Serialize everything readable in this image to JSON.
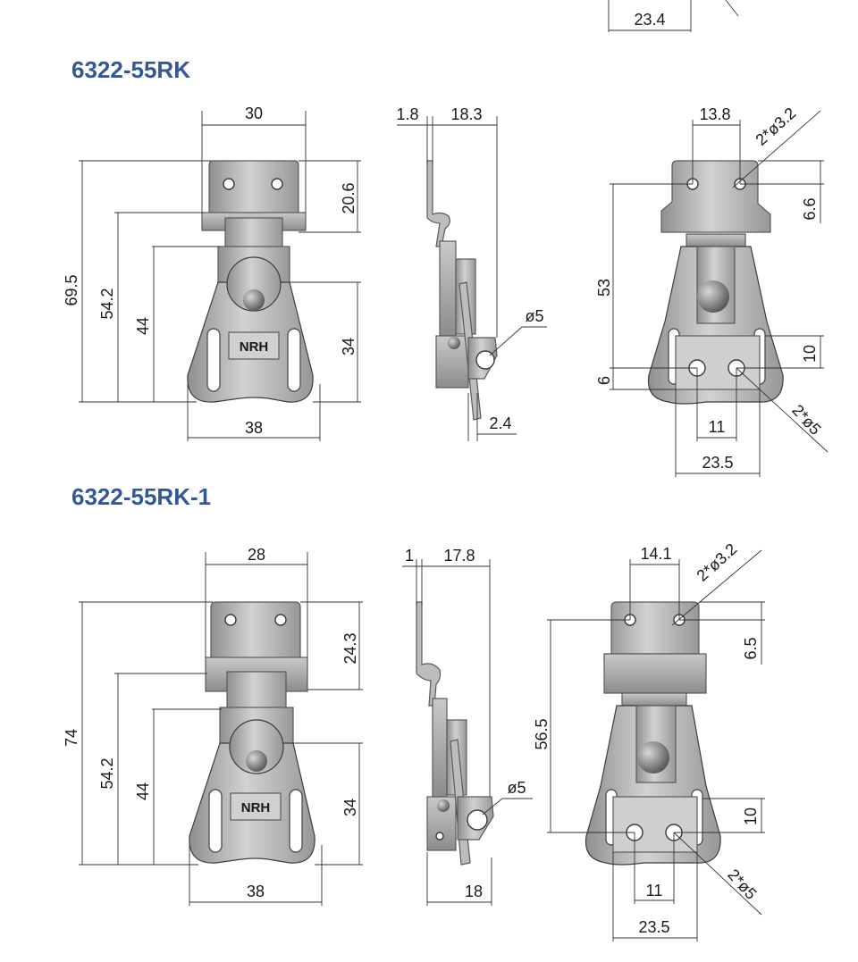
{
  "header_partial": {
    "dim": "23.4"
  },
  "sections": [
    {
      "title": "6322-55RK",
      "front": {
        "w_top": "30",
        "w_bottom": "38",
        "h_total": "69.5",
        "h_mid": "54.2",
        "h_low": "44",
        "h_top_plate": "20.6",
        "h_body": "34",
        "logo": "NRH"
      },
      "side": {
        "t": "1.8",
        "d": "18.3",
        "hole": "ø5",
        "t2": "2.4"
      },
      "back": {
        "hole_pitch": "13.8",
        "holes_top": "2*ø3.2",
        "h": "53",
        "h_top": "6.6",
        "h_low": "10",
        "h_edge": "6",
        "pitch_bottom": "11",
        "w_bottom": "23.5",
        "holes_bottom": "2*ø5"
      }
    },
    {
      "title": "6322-55RK-1",
      "front": {
        "w_top": "28",
        "w_bottom": "38",
        "h_total": "74",
        "h_mid": "54.2",
        "h_low": "44",
        "h_top_plate": "24.3",
        "h_body": "34",
        "logo": "NRH"
      },
      "side": {
        "t": "1",
        "d": "17.8",
        "hole": "ø5",
        "w_bottom": "18"
      },
      "back": {
        "hole_pitch": "14.1",
        "holes_top": "2*ø3.2",
        "h": "56.5",
        "h_top": "6.5",
        "h_low": "10",
        "pitch_bottom": "11",
        "w_bottom": "23.5",
        "holes_bottom": "2*ø5"
      }
    }
  ]
}
